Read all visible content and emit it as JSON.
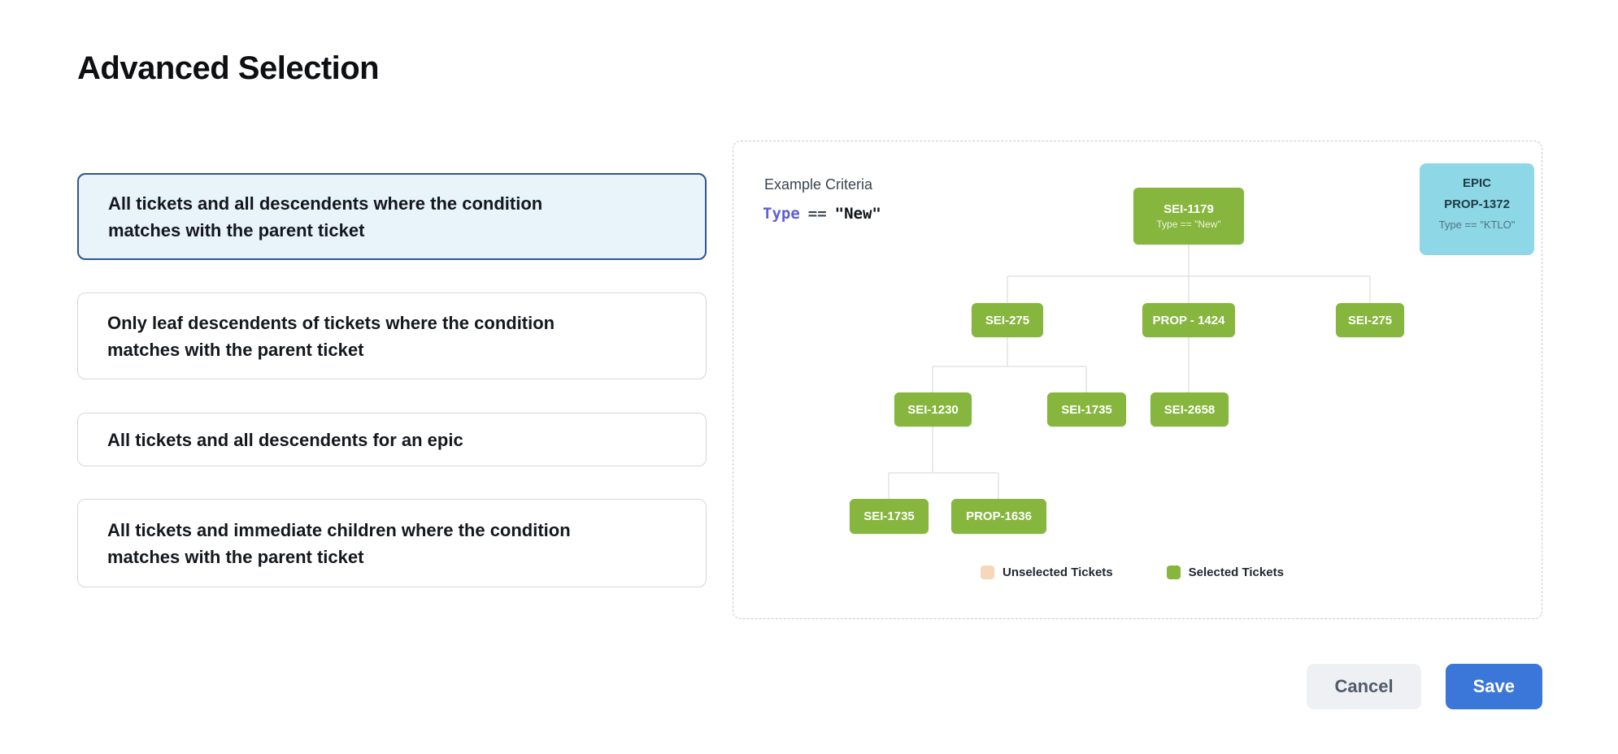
{
  "page": {
    "title": "Advanced Selection"
  },
  "options": [
    {
      "label": "All tickets and all descendents where the condition matches with the parent ticket",
      "selected": true
    },
    {
      "label": "Only leaf descendents of tickets where the condition matches with the parent ticket",
      "selected": false
    },
    {
      "label": "All tickets and all descendents for an epic",
      "selected": false
    },
    {
      "label": "All tickets and immediate children where the condition matches with the parent ticket",
      "selected": false
    }
  ],
  "example": {
    "heading": "Example Criteria",
    "criteria": {
      "field": "Type",
      "operator": "==",
      "value": "\"New\""
    },
    "epic_card": {
      "type_label": "EPIC",
      "ticket_id": "PROP-1372",
      "condition": "Type == \"KTLO\""
    }
  },
  "diagram": {
    "nodes": [
      {
        "id": "root",
        "label": "SEI-1179",
        "sublabel": "Type == \"New\"",
        "state": "selected"
      },
      {
        "id": "l2-1",
        "label": "SEI-275",
        "state": "selected"
      },
      {
        "id": "l2-2",
        "label": "PROP - 1424",
        "state": "selected"
      },
      {
        "id": "l2-3",
        "label": "SEI-275",
        "state": "selected"
      },
      {
        "id": "l3-1",
        "label": "SEI-1230",
        "state": "selected"
      },
      {
        "id": "l3-2",
        "label": "SEI-1735",
        "state": "selected"
      },
      {
        "id": "l3-3",
        "label": "SEI-2658",
        "state": "selected"
      },
      {
        "id": "l4-1",
        "label": "SEI-1735",
        "state": "selected"
      },
      {
        "id": "l4-2",
        "label": "PROP-1636",
        "state": "selected"
      }
    ],
    "edges": [
      [
        "root",
        "l2-1"
      ],
      [
        "root",
        "l2-2"
      ],
      [
        "root",
        "l2-3"
      ],
      [
        "l2-1",
        "l3-1"
      ],
      [
        "l2-1",
        "l3-2"
      ],
      [
        "l2-2",
        "l3-3"
      ],
      [
        "l3-1",
        "l4-1"
      ],
      [
        "l3-1",
        "l4-2"
      ]
    ]
  },
  "legend": {
    "unselected": "Unselected Tickets",
    "selected": "Selected Tickets"
  },
  "footer": {
    "cancel": "Cancel",
    "save": "Save"
  },
  "colors": {
    "accent_blue": "#3b76d9",
    "selected_option_bg": "#e8f4fa",
    "selected_option_border": "#2d5596",
    "node_green": "#86b63d",
    "epic_cyan": "#8dd7e7",
    "legend_peach": "#f6d7bc",
    "criteria_field_purple": "#5f5fd3"
  }
}
